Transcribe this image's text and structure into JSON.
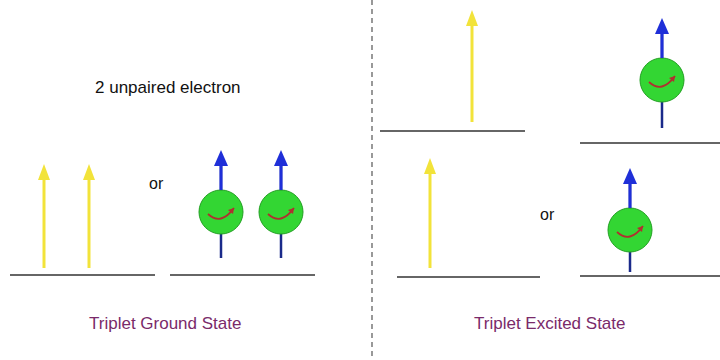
{
  "diagram": {
    "labels": [
      "2 unpaired electron",
      "or",
      "Triplet Ground State",
      "or",
      "Triplet Excited State"
    ]
  }
}
